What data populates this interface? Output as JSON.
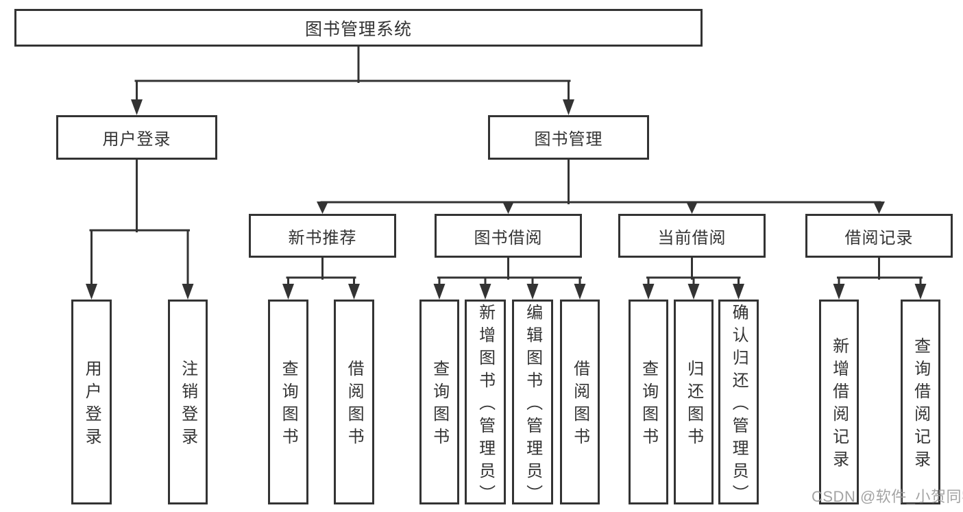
{
  "nodes": {
    "root": {
      "label": "图书管理系统"
    },
    "user_login": {
      "label": "用户登录"
    },
    "book_mgmt": {
      "label": "图书管理"
    },
    "new_book_rec": {
      "label": "新书推荐"
    },
    "book_borrow": {
      "label": "图书借阅"
    },
    "current_borrow": {
      "label": "当前借阅"
    },
    "borrow_record": {
      "label": "借阅记录"
    },
    "leaf_user_login": {
      "label": "用户登录"
    },
    "leaf_logout": {
      "label": "注销登录"
    },
    "leaf_query_book_new": {
      "label": "查询图书"
    },
    "leaf_borrow_book_new": {
      "label": "借阅图书"
    },
    "leaf_query_book_bb": {
      "label": "查询图书"
    },
    "leaf_add_book_admin": {
      "label": "新增图书（管理员）"
    },
    "leaf_edit_book_admin": {
      "label": "编辑图书（管理员）"
    },
    "leaf_borrow_book_bb": {
      "label": "借阅图书"
    },
    "leaf_query_book_cur": {
      "label": "查询图书"
    },
    "leaf_return_book": {
      "label": "归还图书"
    },
    "leaf_confirm_return_admin": {
      "label": "确认归还（管理员）"
    },
    "leaf_add_borrow_record": {
      "label": "新增借阅记录"
    },
    "leaf_query_borrow_record": {
      "label": "查询借阅记录"
    }
  },
  "hierarchy": {
    "root": [
      "user_login",
      "book_mgmt"
    ],
    "user_login": [
      "leaf_user_login",
      "leaf_logout"
    ],
    "book_mgmt": [
      "new_book_rec",
      "book_borrow",
      "current_borrow",
      "borrow_record"
    ],
    "new_book_rec": [
      "leaf_query_book_new",
      "leaf_borrow_book_new"
    ],
    "book_borrow": [
      "leaf_query_book_bb",
      "leaf_add_book_admin",
      "leaf_edit_book_admin",
      "leaf_borrow_book_bb"
    ],
    "current_borrow": [
      "leaf_query_book_cur",
      "leaf_return_book",
      "leaf_confirm_return_admin"
    ],
    "borrow_record": [
      "leaf_add_borrow_record",
      "leaf_query_borrow_record"
    ]
  },
  "watermark": {
    "text": "CSDN @软件_小贺同学"
  },
  "colors": {
    "line": "#333333",
    "text": "#333333",
    "watermark": "#9c9c9c",
    "background": "#ffffff"
  }
}
